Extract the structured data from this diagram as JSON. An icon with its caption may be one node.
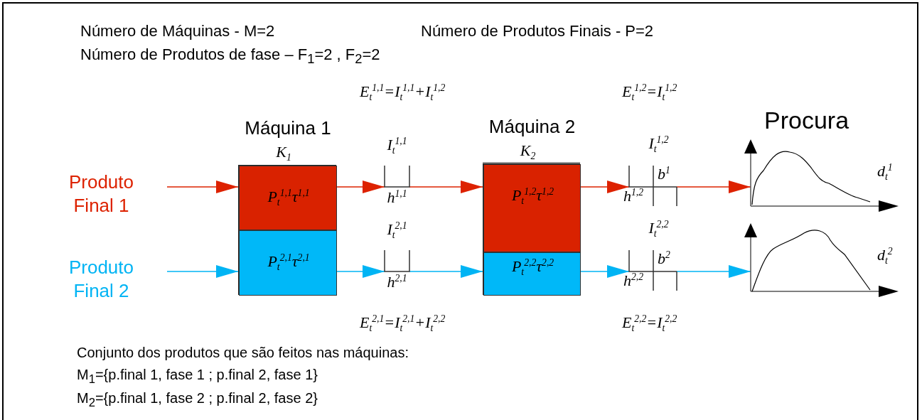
{
  "diagram": {
    "nodes": [
      {
        "text": [
          "Produto Final 1"
        ]
      },
      {
        "text": [
          "Produto Final 2"
        ]
      },
      {
        "text": [
          "Máquina 1",
          "K$_{1}$"
        ]
      },
      {
        "text": [
          "P$_{t}$$^{1,1}$τ$^{1,1}$"
        ],
        "in": 2
      },
      {
        "text": [
          "P$_{t}$$^{2,1}$τ$^{2,1}$"
        ],
        "in": 2
      },
      {
        "text": [
          "I$_{t}$$^{1,1}$",
          "h$^{1,1}$"
        ]
      },
      {
        "text": [
          "I$_{t}$$^{2,1}$",
          "h$^{2,1}$"
        ]
      },
      {
        "text": [
          "Máquina 2",
          "K$_{2}$"
        ]
      },
      {
        "text": [
          "P$_{t}$$^{1,2}$τ$^{1,2}$"
        ],
        "in": 7
      },
      {
        "text": [
          "P$_{t}$$^{2,2}$τ$^{2,2}$"
        ],
        "in": 7
      },
      {
        "text": [
          "I$_{t}$$^{1,2}$",
          "b$^{1}$",
          "h$^{1,2}$"
        ]
      },
      {
        "text": [
          "I$_{t}$$^{2,2}$",
          "b$^{2}$",
          "h$^{2,2}$"
        ]
      },
      {
        "text": [
          "d$_{t}$$^{1}$"
        ]
      },
      {
        "text": [
          "d$_{t}$$^{2}$"
        ]
      }
    ],
    "edges": [
      {
        "from": 0,
        "to": 3,
        "arrow": "to",
        "color": "#dd2200"
      },
      {
        "from": 3,
        "to": 5,
        "arrow": "to",
        "color": "#dd2200"
      },
      {
        "from": 5,
        "to": 8,
        "arrow": "to",
        "color": "#dd2200"
      },
      {
        "from": 8,
        "to": 10,
        "arrow": "to",
        "color": "#dd2200"
      },
      {
        "from": 10,
        "to": 12,
        "arrow": "to",
        "color": "#dd2200"
      },
      {
        "from": 1,
        "to": 4,
        "arrow": "to",
        "color": "#00b4f4"
      },
      {
        "from": 4,
        "to": 6,
        "arrow": "to",
        "color": "#00b4f4"
      },
      {
        "from": 6,
        "to": 9,
        "arrow": "to",
        "color": "#00b4f4"
      },
      {
        "from": 9,
        "to": 11,
        "arrow": "to",
        "color": "#00b4f4"
      },
      {
        "from": 11,
        "to": 13,
        "arrow": "to",
        "color": "#00b4f4"
      }
    ],
    "labels": [
      "Número de Máquinas - M=2",
      "Número de Produtos Finais - P=2",
      "Número de Produtos de fase – F$_{1}$=2 , F$_{2}$=2",
      "E$_{t}$$^{1,1}$=I$_{t}$$^{1,1}$+I$_{t}$$^{1,2}$",
      "E$_{t}$$^{1,2}$=I$_{t}$$^{1,2}$",
      "Procura",
      "E$_{t}$$^{2,1}$=I$_{t}$$^{2,1}$+I$_{t}$$^{2,2}$",
      "E$_{t}$$^{2,2}$=I$_{t}$$^{2,2}$",
      "Conjunto dos produtos que são feitos nas máquinas:",
      "M$_{1}$={p.final 1, fase 1 ; p.final 2, fase 1}",
      "M$_{2}$={p.final 1, fase 2 ; p.final 2, fase 2}"
    ]
  }
}
